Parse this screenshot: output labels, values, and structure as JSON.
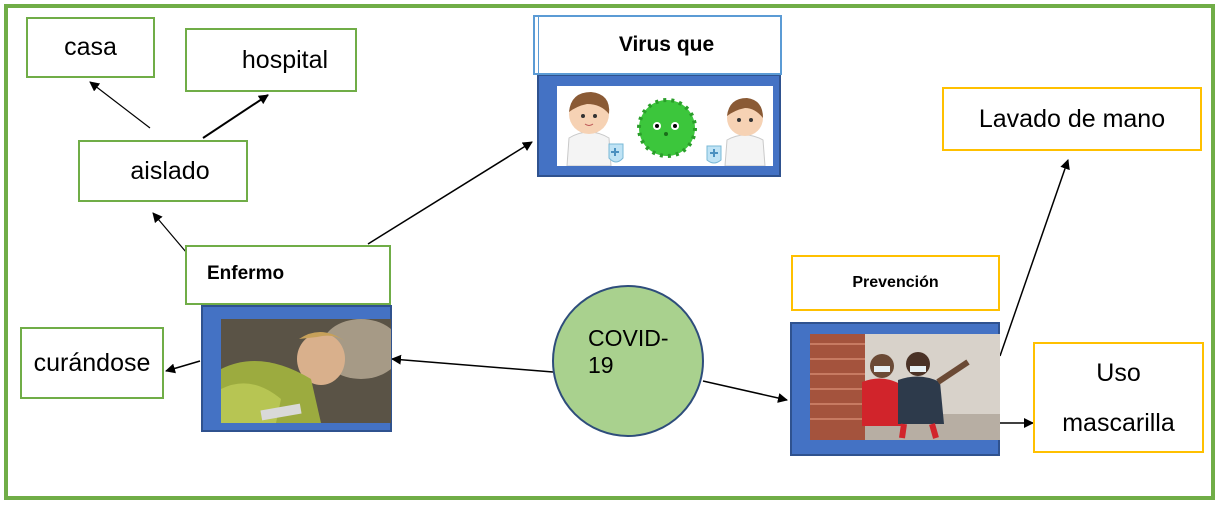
{
  "nodes": {
    "casa": "casa",
    "hospital": "hospital",
    "aislado": "aislado",
    "virus_que": "Virus que",
    "lavado": "Lavado de mano",
    "enfermo": "Enfermo",
    "prevencion": "Prevención",
    "curandose": "curándose",
    "covid_line1": "COVID-",
    "covid_line2": "19",
    "uso": "Uso",
    "mascarilla": "mascarilla"
  },
  "colors": {
    "frame": "#70ad47",
    "green_box": "#70ad47",
    "yellow_box": "#ffc000",
    "blue_panel": "#4472c4",
    "circle_fill": "#a9d18e",
    "virus_header_border": "#5b9bd5"
  }
}
